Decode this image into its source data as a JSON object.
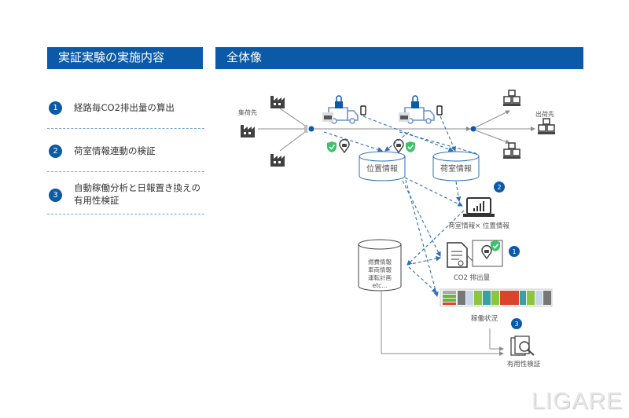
{
  "left_panel": {
    "title": "実証実験の実施内容",
    "items": [
      {
        "number": "1",
        "text": "経路毎CO2排出量の算出"
      },
      {
        "number": "2",
        "text": "荷室情報連動の検証"
      },
      {
        "number": "3",
        "text_line1": "自動稼働分析と日報置き換えの",
        "text_line2": "有用性検証"
      }
    ]
  },
  "right_panel": {
    "title": "全体像",
    "labels": {
      "origin": "集荷先",
      "destination": "出荷先",
      "location_db": "位置情報",
      "cargo_db": "荷室情報",
      "laptop": "荷室情報× 位置情報",
      "co2": "CO2 排出量",
      "operation": "稼働状況",
      "validation": "有用性検証",
      "other_db_lines": [
        "燃費情報",
        "車両情報",
        "運転計画",
        "etc..."
      ]
    },
    "badges": {
      "laptop": "2",
      "co2": "1",
      "operation": "3"
    },
    "colors": {
      "accent": "#0a5aa8",
      "dashed": "#2f6fb7",
      "shield": "#3cc26b",
      "line": "#8c8c8c"
    }
  },
  "watermark": "LIGARE"
}
